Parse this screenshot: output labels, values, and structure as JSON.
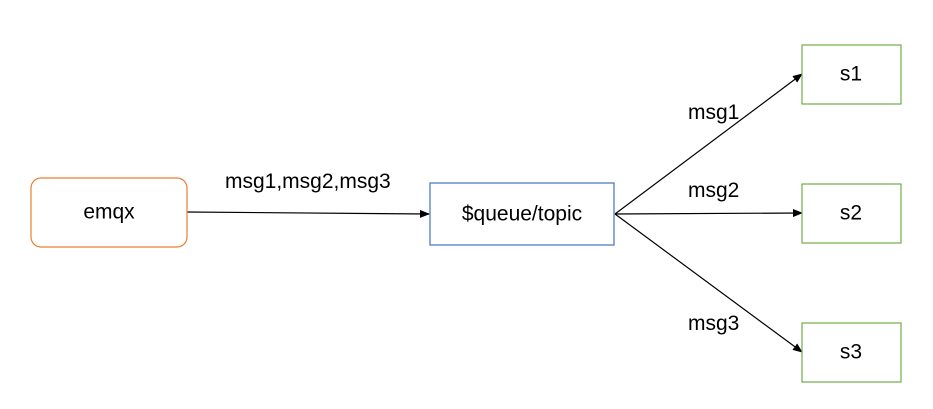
{
  "nodes": {
    "emqx": {
      "label": "emqx",
      "stroke": "#ED7D31"
    },
    "queue": {
      "label": "$queue/topic",
      "stroke": "#4472C4"
    },
    "s1": {
      "label": "s1",
      "stroke": "#70AD47"
    },
    "s2": {
      "label": "s2",
      "stroke": "#70AD47"
    },
    "s3": {
      "label": "s3",
      "stroke": "#70AD47"
    }
  },
  "edges": {
    "emqx_to_queue": {
      "label": "msg1,msg2,msg3"
    },
    "queue_to_s1": {
      "label": "msg1"
    },
    "queue_to_s2": {
      "label": "msg2"
    },
    "queue_to_s3": {
      "label": "msg3"
    }
  }
}
